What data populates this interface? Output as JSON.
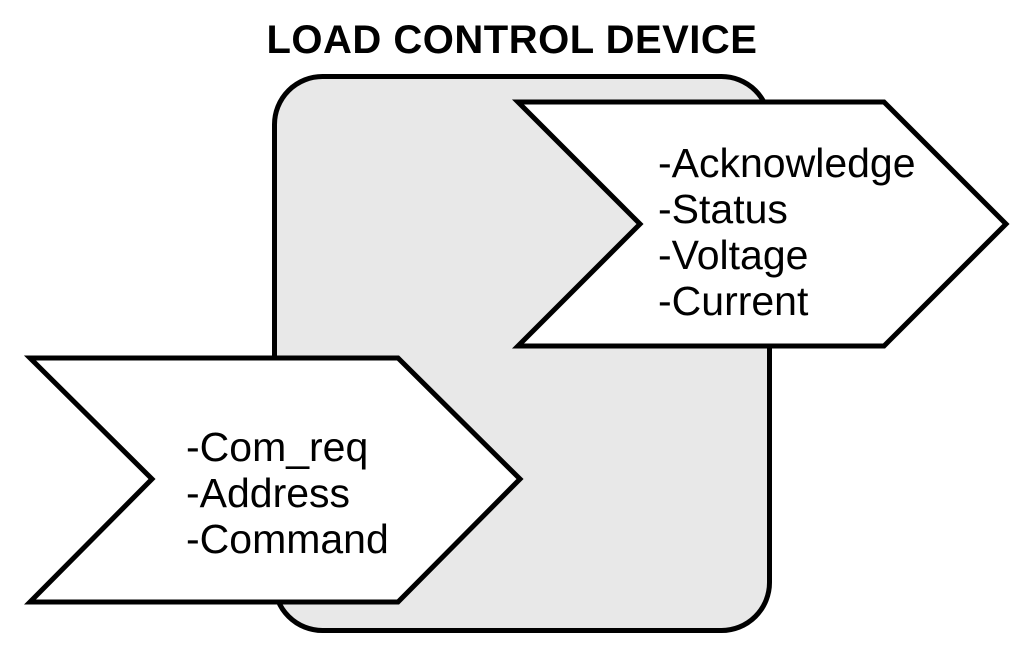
{
  "diagram": {
    "type": "block-diagram",
    "title": "LOAD CONTROL DEVICE",
    "device_block": {
      "name": "load-control-device-block",
      "fill_color": "#E8E8E8",
      "stroke_color": "#000000"
    },
    "input_flow": {
      "name": "input-signals-arrow",
      "direction": "right",
      "fill_color": "#FFFFFF",
      "items": [
        "-Com_req",
        "-Address",
        "-Command"
      ]
    },
    "output_flow": {
      "name": "output-signals-arrow",
      "direction": "right",
      "fill_color": "#FFFFFF",
      "items": [
        "-Acknowledge",
        "-Status",
        "-Voltage",
        "-Current"
      ]
    }
  }
}
